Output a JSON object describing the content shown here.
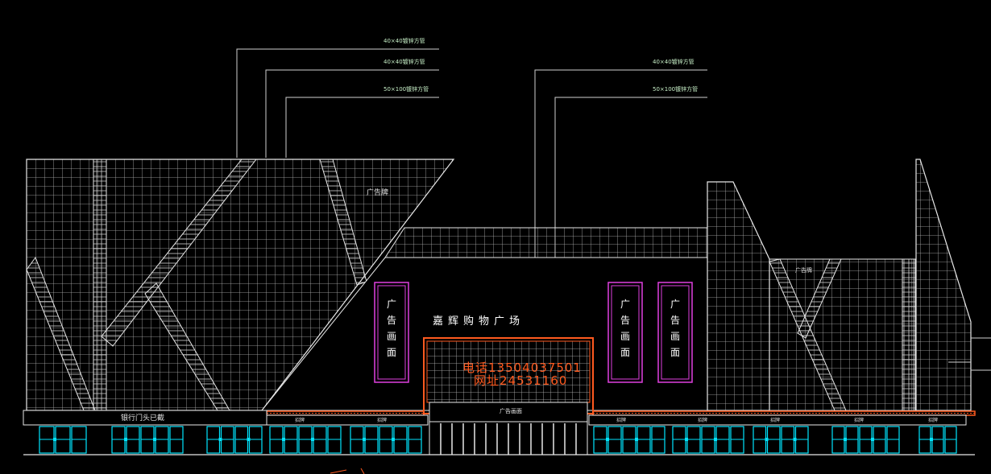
{
  "colors": {
    "background": "#000000",
    "line": "#e8e8e8",
    "grid": "#bdbdbd",
    "callout_text": "#c8f0c8",
    "ad_frame": "#e040e0",
    "signboard": "#ff5a1f",
    "windows": "#00e5ff"
  },
  "callouts": {
    "left": [
      "40×40镀锌方管",
      "40×40镀锌方管",
      "50×100镀锌方管"
    ],
    "right": [
      "40×40镀锌方管",
      "50×100镀锌方管"
    ]
  },
  "labels": {
    "billboard_left": "广告牌",
    "billboard_right": "广告牌",
    "mall_name": "嘉辉购物广场",
    "ad_panel": "广告画面",
    "entrance_ad": "广告画面",
    "bank_sign": "银行门头已截",
    "phone_line_1": "电话13504037501",
    "phone_line_2": "网址24531160",
    "storefront_label": "招牌"
  }
}
